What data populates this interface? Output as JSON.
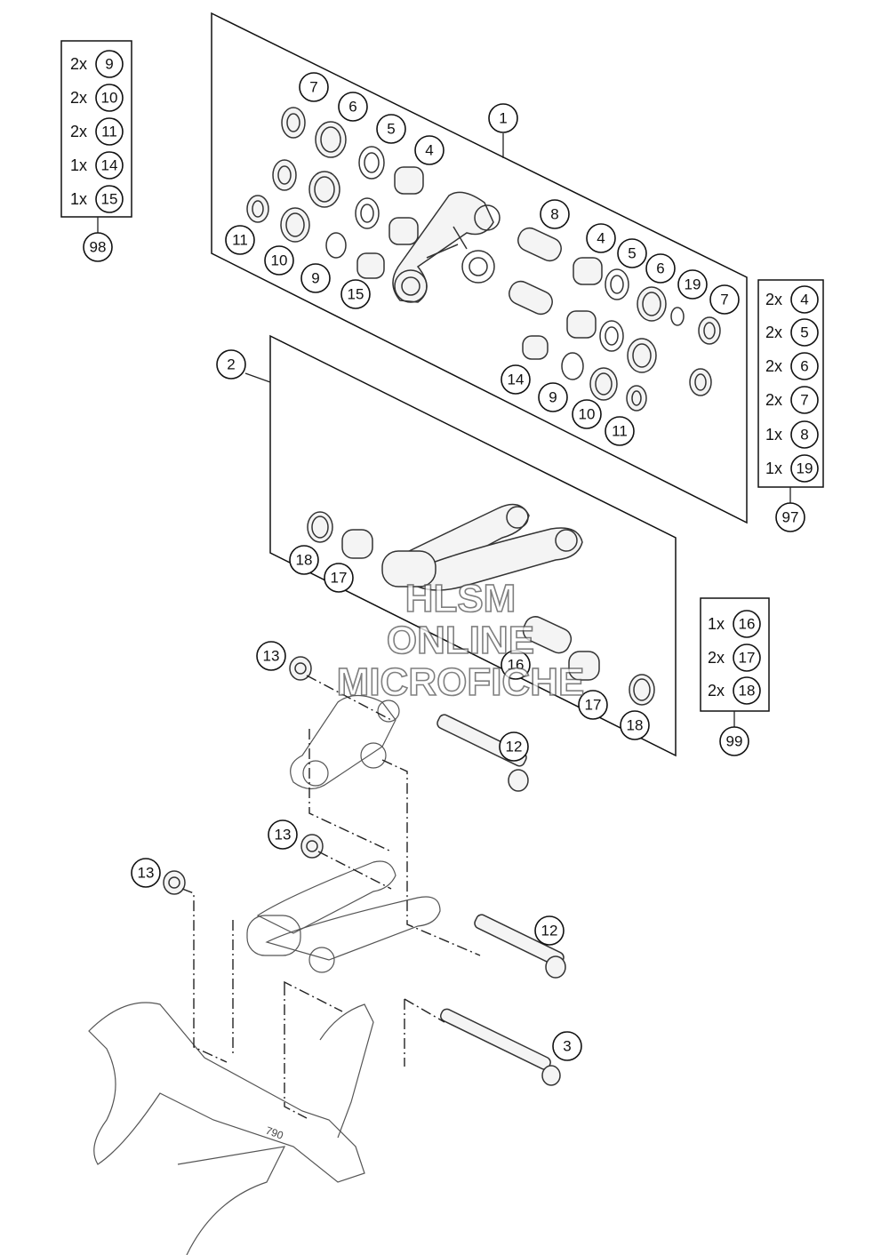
{
  "watermark": {
    "line1": "HLSM",
    "line2": "ONLINE",
    "line3": "MICROFICHE"
  },
  "callouts": {
    "c1": "1",
    "c2": "2",
    "c3": "3",
    "k1_7a": "7",
    "k1_6a": "6",
    "k1_5a": "5",
    "k1_4a": "4",
    "k1_11a": "11",
    "k1_10a": "10",
    "k1_9a": "9",
    "k1_15": "15",
    "k1_8": "8",
    "k1_4b": "4",
    "k1_5b": "5",
    "k1_6b": "6",
    "k1_19": "19",
    "k1_7b": "7",
    "k1_14": "14",
    "k1_9b": "9",
    "k1_10b": "10",
    "k1_11b": "11",
    "k2_18a": "18",
    "k2_17a": "17",
    "k2_16": "16",
    "k2_17b": "17",
    "k2_18b": "18",
    "a_13a": "13",
    "a_12a": "12",
    "a_13b": "13",
    "a_13c": "13",
    "a_12b": "12"
  },
  "kits": [
    {
      "ref": "98",
      "items": [
        {
          "qty": "2x",
          "part": "9"
        },
        {
          "qty": "2x",
          "part": "10"
        },
        {
          "qty": "2x",
          "part": "11"
        },
        {
          "qty": "1x",
          "part": "14"
        },
        {
          "qty": "1x",
          "part": "15"
        }
      ]
    },
    {
      "ref": "97",
      "items": [
        {
          "qty": "2x",
          "part": "4"
        },
        {
          "qty": "2x",
          "part": "5"
        },
        {
          "qty": "2x",
          "part": "6"
        },
        {
          "qty": "2x",
          "part": "7"
        },
        {
          "qty": "1x",
          "part": "8"
        },
        {
          "qty": "1x",
          "part": "19"
        }
      ]
    },
    {
      "ref": "99",
      "items": [
        {
          "qty": "1x",
          "part": "16"
        },
        {
          "qty": "2x",
          "part": "17"
        },
        {
          "qty": "2x",
          "part": "18"
        }
      ]
    }
  ],
  "frame_marking": "790"
}
